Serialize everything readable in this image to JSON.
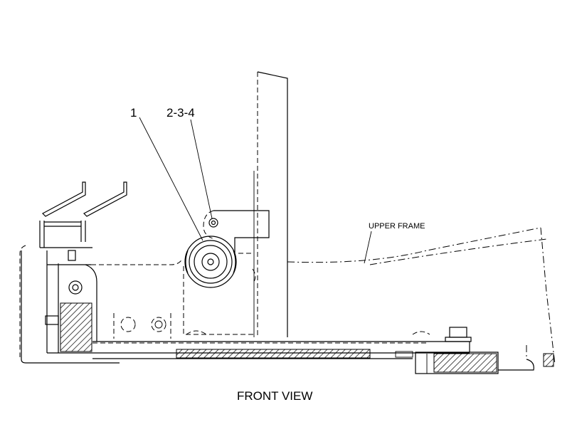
{
  "callouts": {
    "item_1": "1",
    "item_2_3_4": "2-3-4",
    "upper_frame": "UPPER FRAME"
  },
  "view_title": "FRONT VIEW"
}
